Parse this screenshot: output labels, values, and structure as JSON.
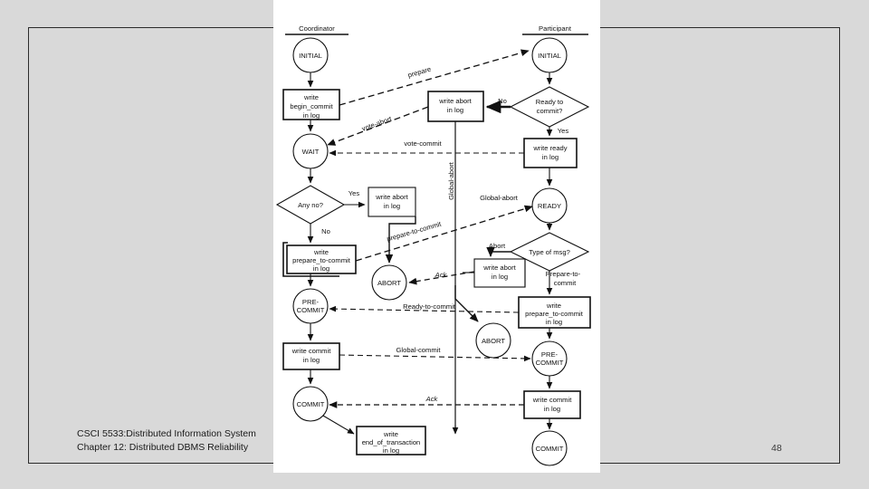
{
  "slide": {
    "background_color": "#d9d9d9",
    "frame_color": "#2b2b2b",
    "canvas_color": "#ffffff",
    "footer_line1": "CSCI 5533:Distributed Information System",
    "footer_line2": "Chapter 12: Distributed DBMS Reliability",
    "page_number": "48"
  },
  "diagram": {
    "title_type": "state-transition-diagram",
    "columns": [
      {
        "id": "coordinator",
        "label": "Coordinator"
      },
      {
        "id": "participant",
        "label": "Participant"
      }
    ],
    "coordinator": {
      "states": [
        {
          "id": "coord-initial",
          "label": "INITIAL"
        },
        {
          "id": "coord-wait",
          "label": "WAIT"
        },
        {
          "id": "coord-abort",
          "label": "ABORT"
        },
        {
          "id": "coord-precommit-line1",
          "label": "PRE-"
        },
        {
          "id": "coord-precommit-line2",
          "label": "COMMIT"
        },
        {
          "id": "coord-commit",
          "label": "COMMIT"
        }
      ],
      "actions": [
        {
          "id": "write-begin-commit",
          "line1": "write",
          "line2": "begin_commit",
          "line3": "in log"
        },
        {
          "id": "write-abort-coord",
          "line1": "write abort",
          "line2": "in log",
          "line3": ""
        },
        {
          "id": "write-prepare-to-commit-coord",
          "line1": "write",
          "line2": "prepare_to-commit",
          "line3": "in log"
        },
        {
          "id": "write-commit-coord",
          "line1": "write commit",
          "line2": "in log",
          "line3": ""
        },
        {
          "id": "write-end-of-transaction",
          "line1": "write",
          "line2": "end_of_transaction",
          "line3": "in log"
        }
      ],
      "decisions": [
        {
          "id": "any-no",
          "label": "Any no?",
          "branch_yes": "Yes",
          "branch_no": "No"
        }
      ]
    },
    "participant": {
      "states": [
        {
          "id": "part-initial",
          "label": "INITIAL"
        },
        {
          "id": "part-ready",
          "label": "READY"
        },
        {
          "id": "part-abort",
          "label": "ABORT"
        },
        {
          "id": "part-precommit-line1",
          "label": "PRE-"
        },
        {
          "id": "part-precommit-line2",
          "label": "COMMIT"
        },
        {
          "id": "part-commit",
          "label": "COMMIT"
        }
      ],
      "actions": [
        {
          "id": "write-abort-part-top",
          "line1": "write abort",
          "line2": "in log",
          "line3": ""
        },
        {
          "id": "write-ready",
          "line1": "write ready",
          "line2": "in log",
          "line3": ""
        },
        {
          "id": "write-abort-part",
          "line1": "write abort",
          "line2": "in log",
          "line3": ""
        },
        {
          "id": "write-prepare-to-commit-part",
          "line1": "write",
          "line2": "prepare_to-commit",
          "line3": "in log"
        },
        {
          "id": "write-commit-part",
          "line1": "write commit",
          "line2": "in log",
          "line3": ""
        }
      ],
      "decisions": [
        {
          "id": "ready-to-commit",
          "line1": "Ready to",
          "line2": "commit?",
          "branch_yes": "Yes",
          "branch_no": "No"
        },
        {
          "id": "type-of-msg",
          "line1": "Type of msg?",
          "branch_abort": "Abort",
          "branch_prepare_line1": "Prepare-to-",
          "branch_prepare_line2": "commit"
        }
      ]
    },
    "messages": [
      {
        "id": "msg-prepare",
        "label": "prepare"
      },
      {
        "id": "msg-vote-abort",
        "label": "vote-abort"
      },
      {
        "id": "msg-vote-commit",
        "label": "vote-commit"
      },
      {
        "id": "msg-global-abort-vertical",
        "label": "Global-abort"
      },
      {
        "id": "msg-global-abort",
        "label": "Global-abort"
      },
      {
        "id": "msg-prepare-to-commit",
        "label": "prepare-to-commit"
      },
      {
        "id": "msg-ack-abort",
        "label": "Ack"
      },
      {
        "id": "msg-ready-to-commit",
        "label": "Ready-to-commit"
      },
      {
        "id": "msg-global-commit",
        "label": "Global-commit"
      },
      {
        "id": "msg-ack-commit",
        "label": "Ack"
      }
    ]
  }
}
